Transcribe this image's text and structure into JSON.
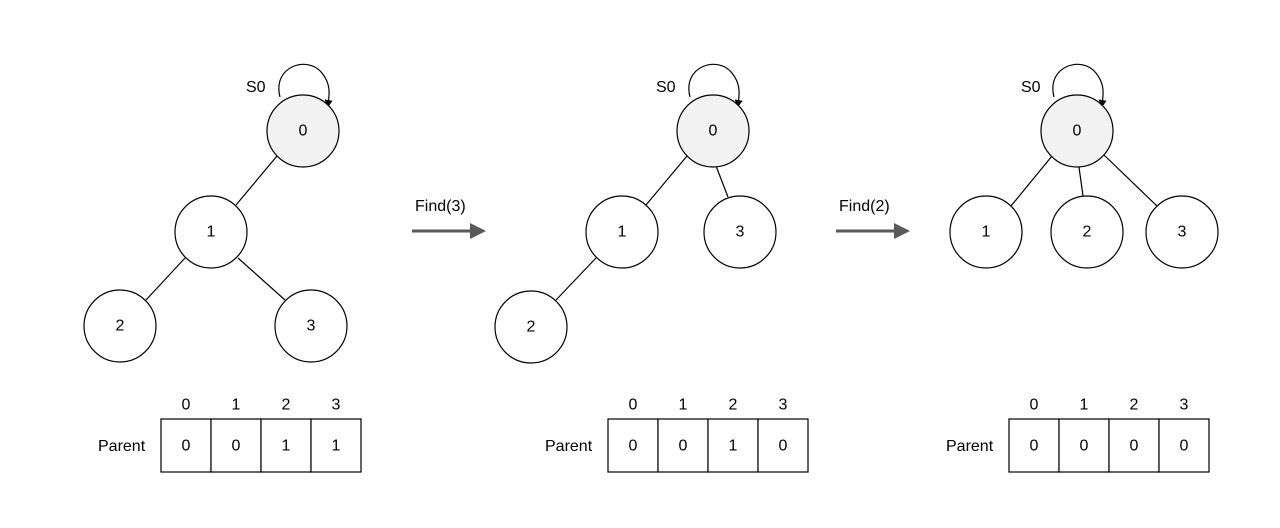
{
  "panels": [
    {
      "root_label": "S0",
      "nodes": [
        "0",
        "1",
        "2",
        "3"
      ],
      "table": {
        "row_label": "Parent",
        "headers": [
          "0",
          "1",
          "2",
          "3"
        ],
        "values": [
          "0",
          "0",
          "1",
          "1"
        ]
      }
    },
    {
      "root_label": "S0",
      "nodes": [
        "0",
        "1",
        "3",
        "2"
      ],
      "table": {
        "row_label": "Parent",
        "headers": [
          "0",
          "1",
          "2",
          "3"
        ],
        "values": [
          "0",
          "0",
          "1",
          "0"
        ]
      }
    },
    {
      "root_label": "S0",
      "nodes": [
        "0",
        "1",
        "2",
        "3"
      ],
      "table": {
        "row_label": "Parent",
        "headers": [
          "0",
          "1",
          "2",
          "3"
        ],
        "values": [
          "0",
          "0",
          "0",
          "0"
        ]
      }
    }
  ],
  "steps": [
    {
      "label": "Find(3)"
    },
    {
      "label": "Find(2)"
    }
  ]
}
